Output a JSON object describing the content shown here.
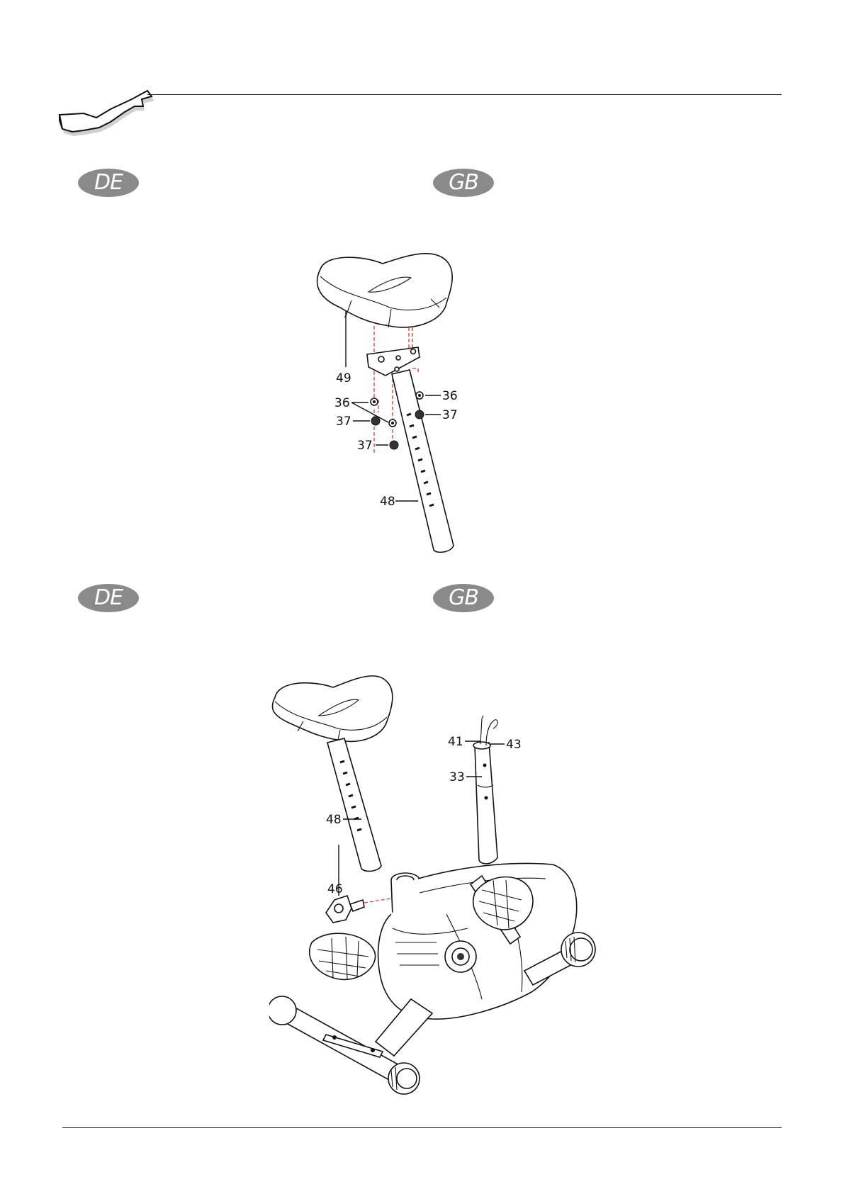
{
  "header": {
    "icon": "wrench-icon"
  },
  "sections": [
    {
      "lang_left": "DE",
      "lang_right": "GB"
    },
    {
      "lang_left": "DE",
      "lang_right": "GB"
    }
  ],
  "figure1": {
    "labels": {
      "saddle": "49",
      "washer_left": "36",
      "washer_right": "36",
      "nut_left": "37",
      "nut_right": "37",
      "nut_bottom": "37",
      "seat_post": "48"
    }
  },
  "figure2": {
    "labels": {
      "seat_post": "48",
      "knob": "46",
      "cable_41": "41",
      "cable_43": "43",
      "tube_33": "33"
    }
  }
}
